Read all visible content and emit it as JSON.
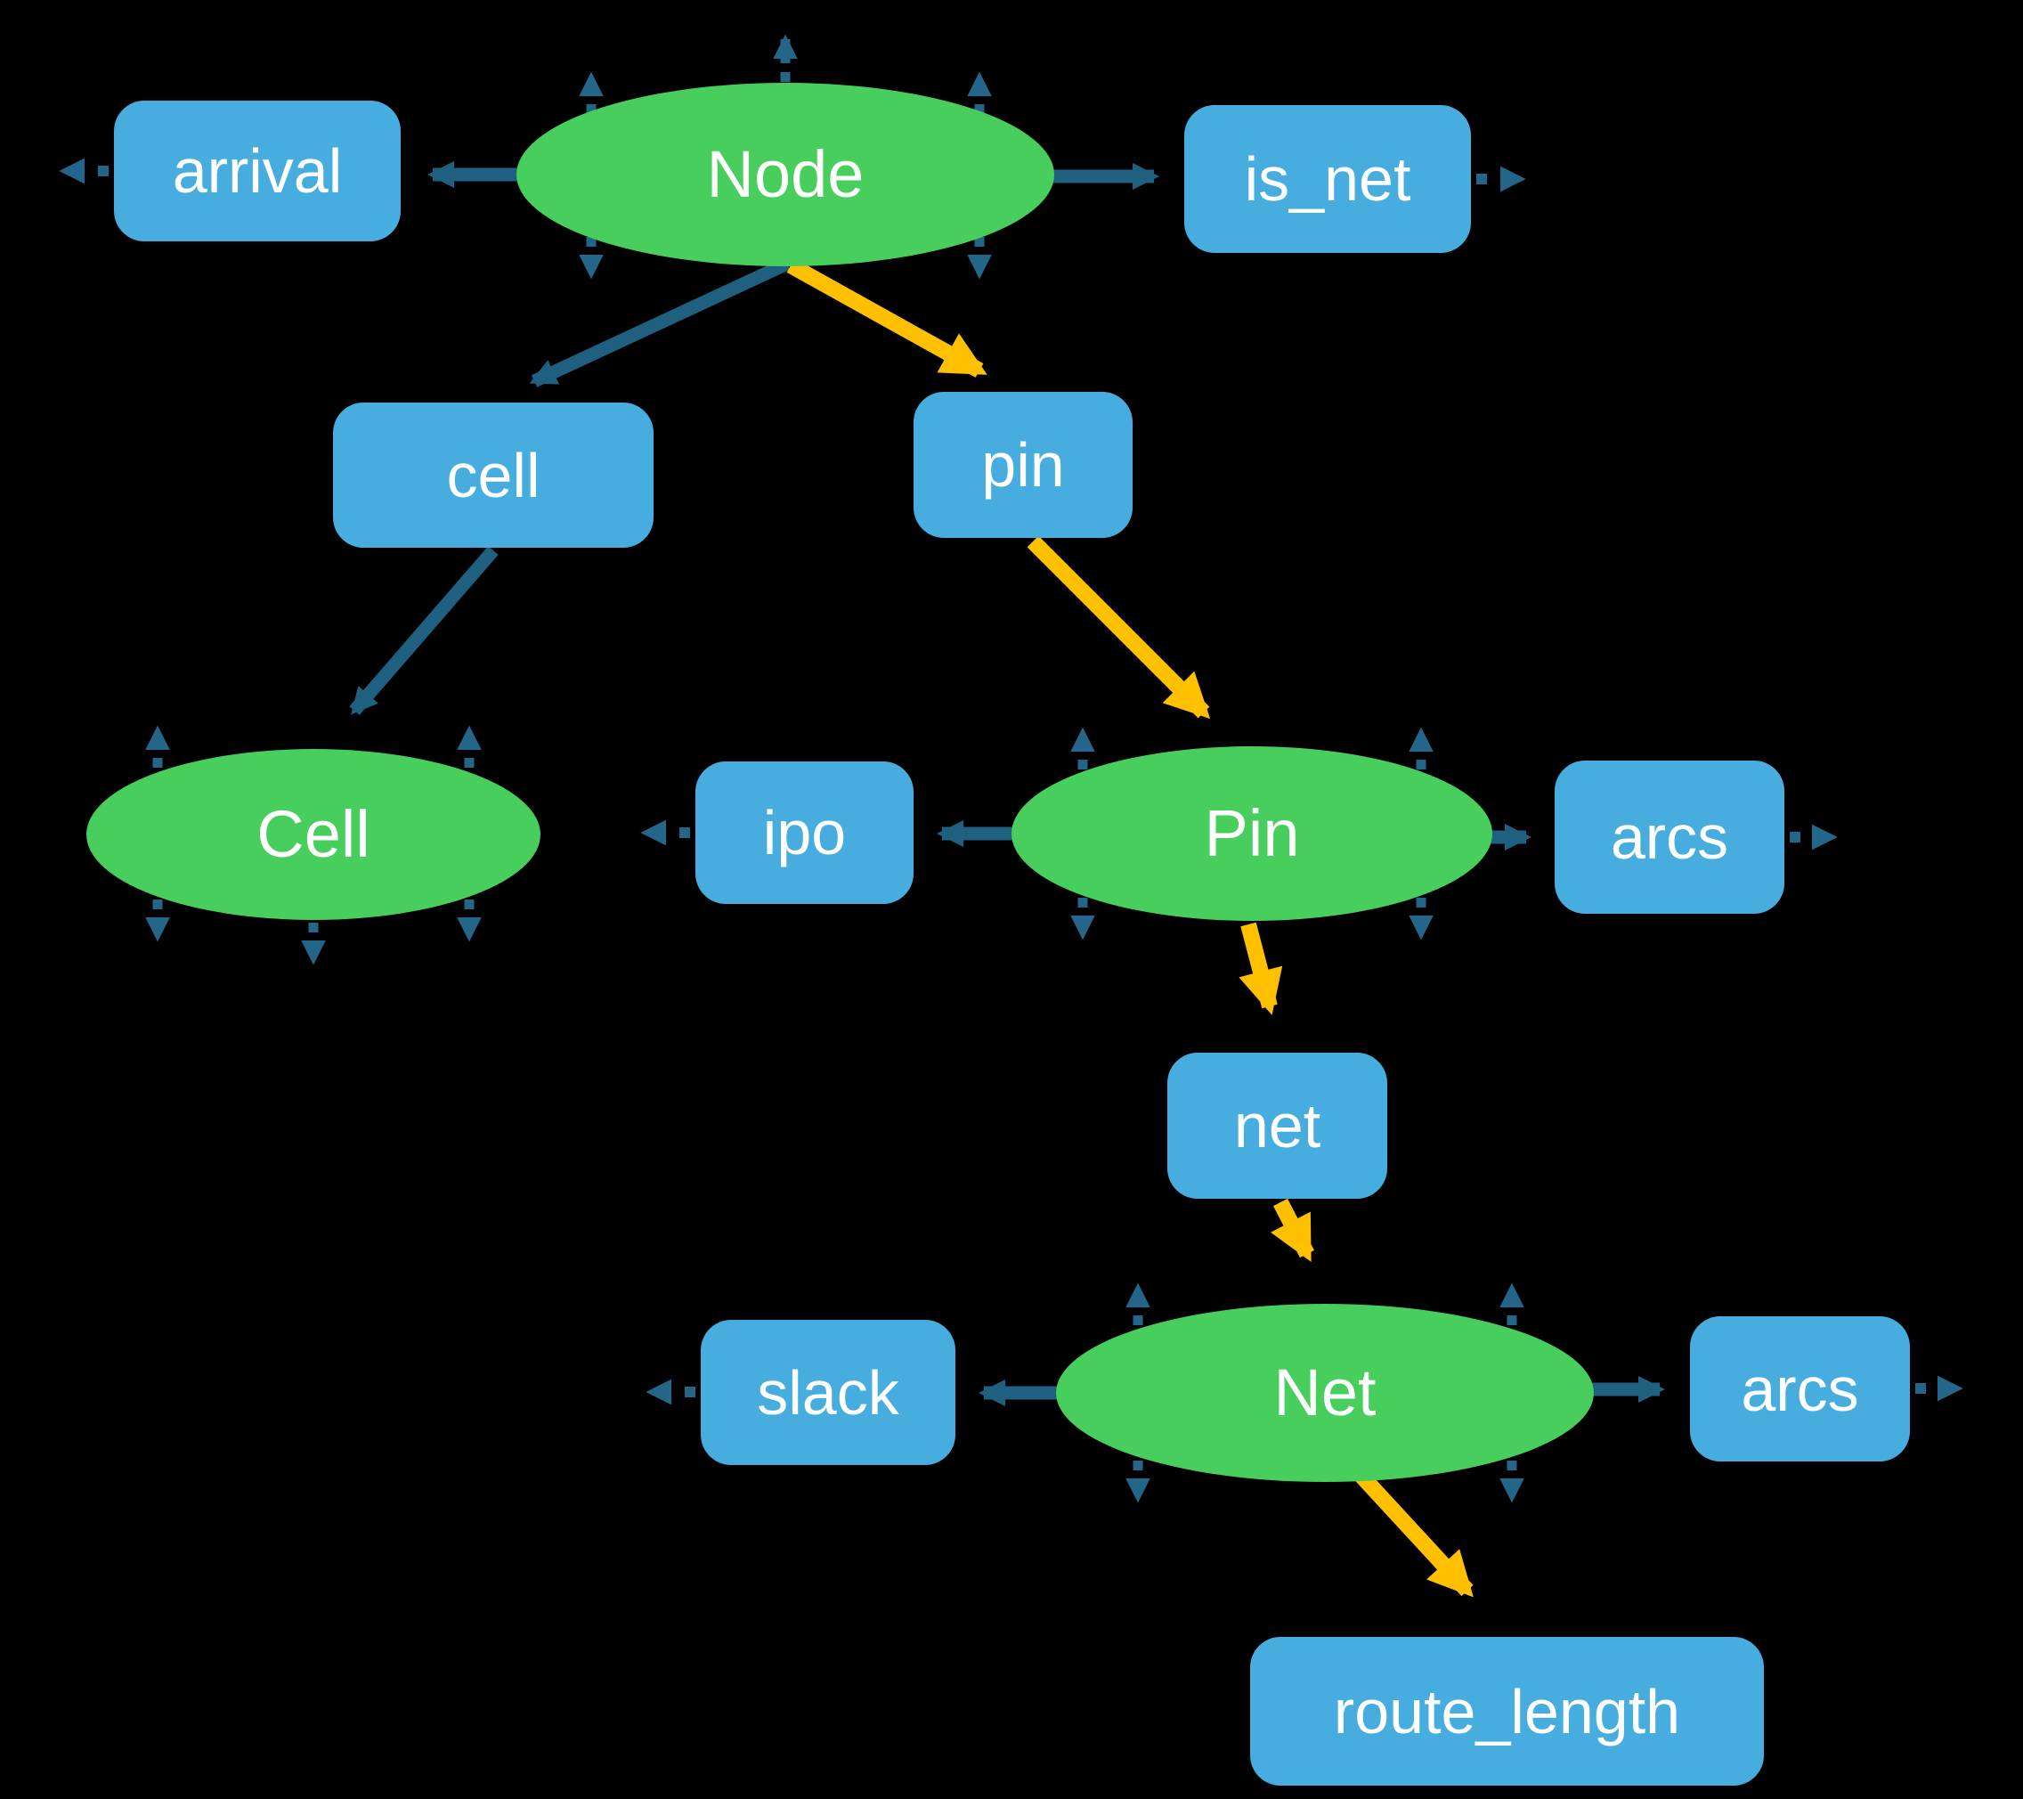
{
  "diagram": {
    "description": "Graph schema diagram with entity ovals and attribute boxes",
    "background": "#000000",
    "entities": [
      {
        "id": "node",
        "label": "Node"
      },
      {
        "id": "cell",
        "label": "Cell"
      },
      {
        "id": "pin",
        "label": "Pin"
      },
      {
        "id": "net",
        "label": "Net"
      }
    ],
    "attributes": [
      {
        "id": "arrival",
        "label": "arrival",
        "of": "node"
      },
      {
        "id": "is_net",
        "label": "is_net",
        "of": "node"
      },
      {
        "id": "cell_ref",
        "label": "cell",
        "of": "node"
      },
      {
        "id": "pin_ref",
        "label": "pin",
        "of": "node"
      },
      {
        "id": "ipo",
        "label": "ipo",
        "of": "pin"
      },
      {
        "id": "pin_arcs",
        "label": "arcs",
        "of": "pin"
      },
      {
        "id": "net_ref",
        "label": "net",
        "of": "pin"
      },
      {
        "id": "slack",
        "label": "slack",
        "of": "net"
      },
      {
        "id": "net_arcs",
        "label": "arcs",
        "of": "net"
      },
      {
        "id": "route_length",
        "label": "route_length",
        "of": "net"
      }
    ],
    "highlight_path": [
      "Node",
      "pin",
      "Pin",
      "net",
      "Net",
      "route_length"
    ],
    "colors": {
      "entity_fill": "#47CE5C",
      "attribute_fill": "#47ADDF",
      "edge": "#1F6080",
      "edge_secondary": "#24658A",
      "highlight_edge": "#FFC000",
      "label_text": "#FFFFFF"
    }
  }
}
